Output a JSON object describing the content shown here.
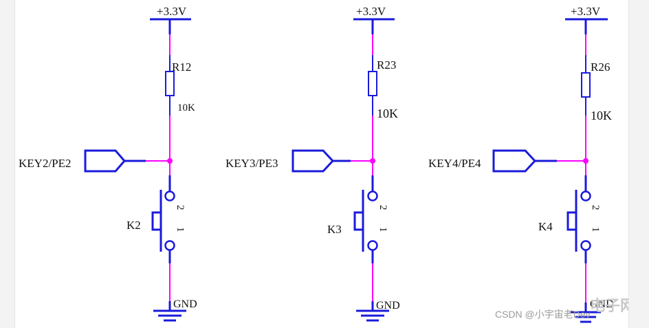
{
  "circuits": [
    {
      "supply": "+3.3V",
      "resistor_ref": "R12",
      "resistor_value": "10K",
      "net_label": "KEY2/PE2",
      "switch_ref": "K2",
      "pin_top": "2",
      "pin_bottom": "1",
      "ground": "GND"
    },
    {
      "supply": "+3.3V",
      "resistor_ref": "R23",
      "resistor_value": "10K",
      "net_label": "KEY3/PE3",
      "switch_ref": "K3",
      "pin_top": "2",
      "pin_bottom": "1",
      "ground": "GND"
    },
    {
      "supply": "+3.3V",
      "resistor_ref": "R26",
      "resistor_value": "10K",
      "net_label": "KEY4/PE4",
      "switch_ref": "K4",
      "pin_top": "2",
      "pin_bottom": "1",
      "ground": "GND"
    }
  ],
  "watermark": {
    "text": "CSDN @小宇宙老Dev",
    "logo": "电子网"
  },
  "colors": {
    "wire": "#ff00ff",
    "component": "#1a1adb",
    "junction": "#ff00ff"
  }
}
